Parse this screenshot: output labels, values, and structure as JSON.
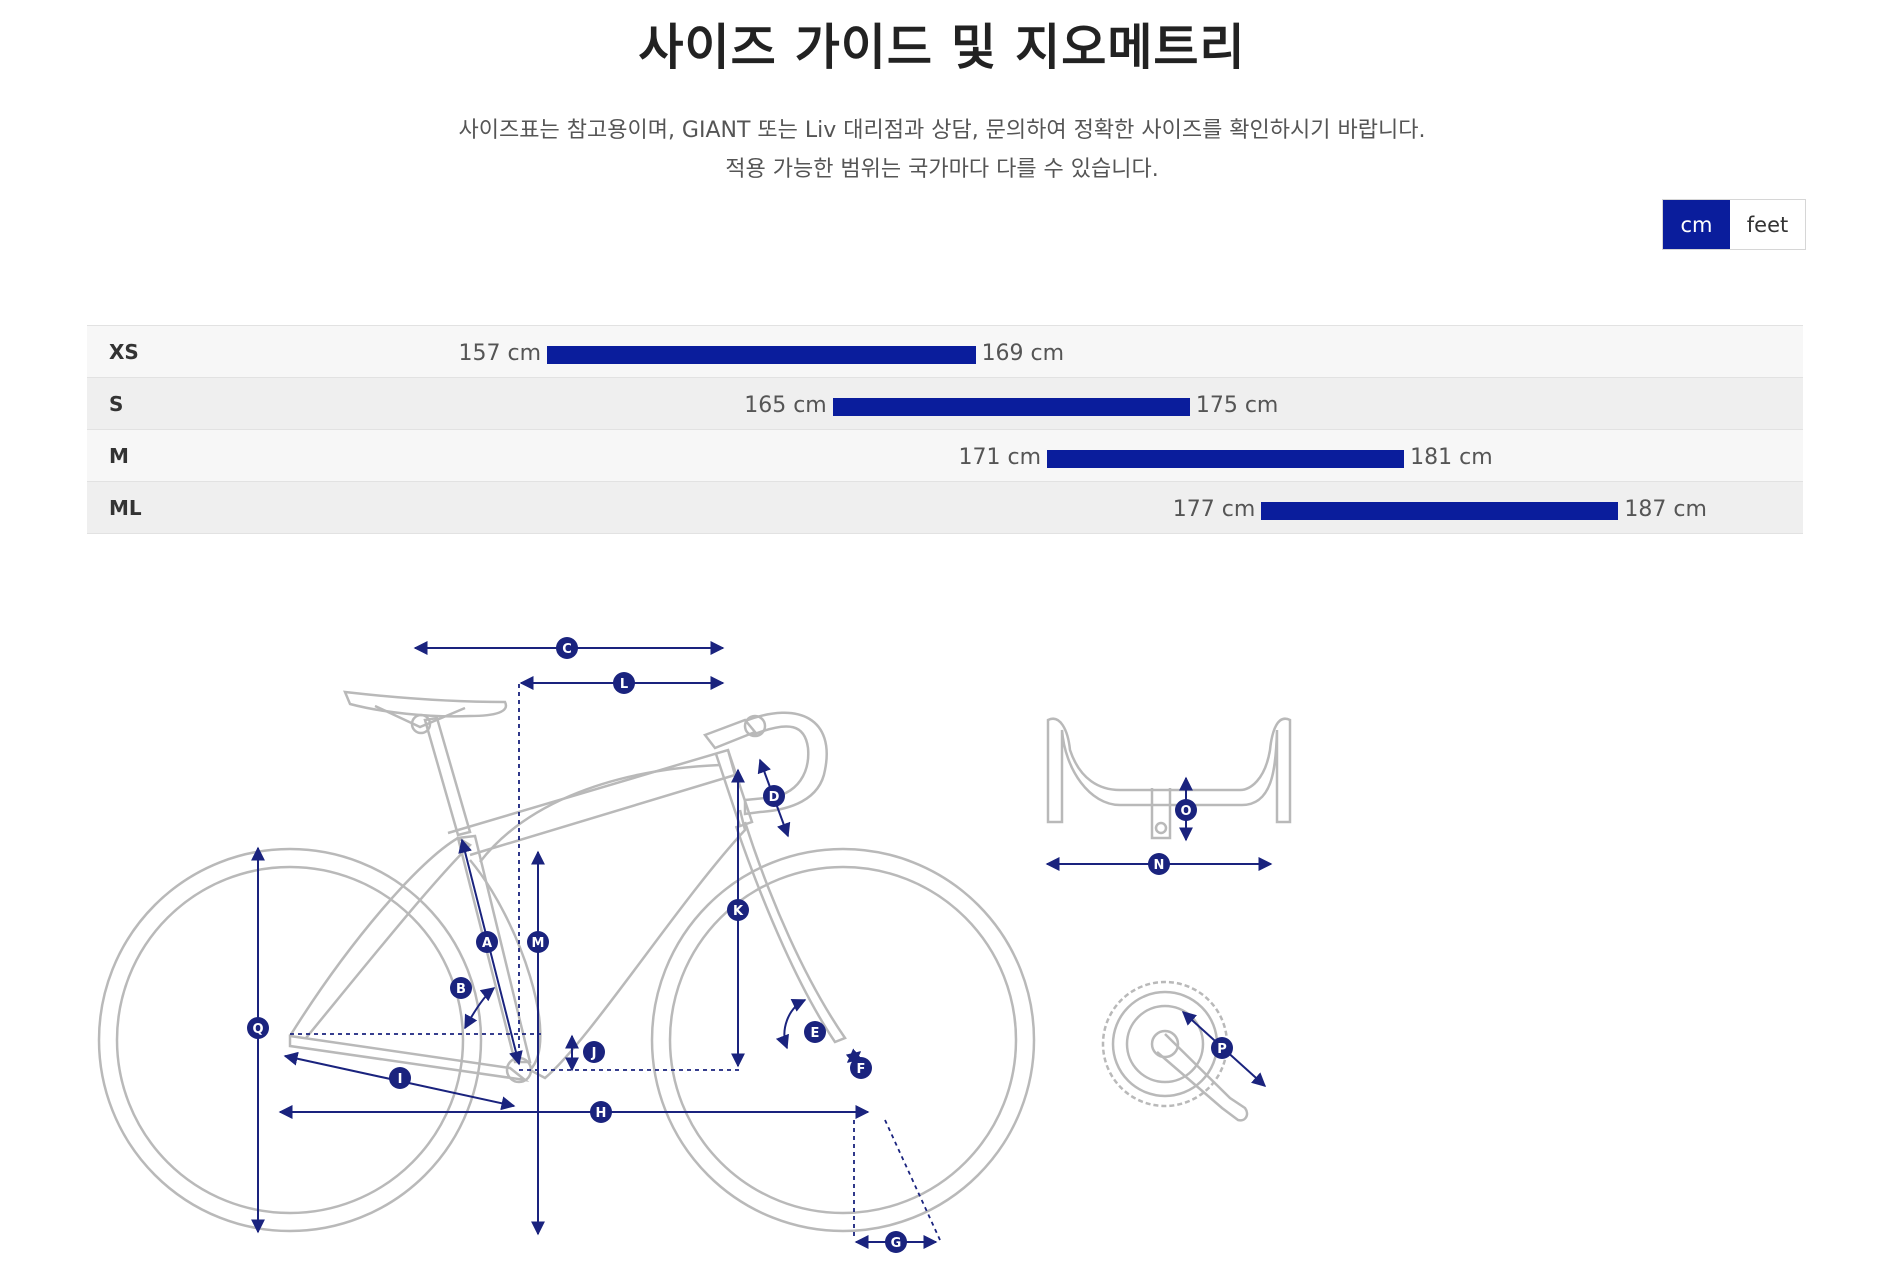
{
  "header": {
    "title": "사이즈 가이드 및 지오메트리",
    "subtitle_line1": "사이즈표는 참고용이며, GIANT 또는 Liv 대리점과 상담, 문의하여 정확한 사이즈를 확인하시기 바랍니다.",
    "subtitle_line2": "적용 가능한 범위는 국가마다 다를 수 있습니다."
  },
  "unit_toggle": {
    "options": [
      {
        "label": "cm",
        "active": true
      },
      {
        "label": "feet",
        "active": false
      }
    ]
  },
  "size_chart": {
    "unit": "cm",
    "scale_min": 150,
    "scale_max": 192,
    "rows": [
      {
        "size": "XS",
        "min": 157,
        "max": 169,
        "min_label": "157 cm",
        "max_label": "169 cm"
      },
      {
        "size": "S",
        "min": 165,
        "max": 175,
        "min_label": "165 cm",
        "max_label": "175 cm"
      },
      {
        "size": "M",
        "min": 171,
        "max": 181,
        "min_label": "171 cm",
        "max_label": "181 cm"
      },
      {
        "size": "ML",
        "min": 177,
        "max": 187,
        "min_label": "177 cm",
        "max_label": "187 cm"
      }
    ],
    "bar_color": "#0a1d9c"
  },
  "geometry_diagram": {
    "markers": [
      "A",
      "B",
      "C",
      "D",
      "E",
      "F",
      "G",
      "H",
      "I",
      "J",
      "K",
      "L",
      "M",
      "N",
      "O",
      "P",
      "Q"
    ],
    "line_color": "#b9b9b9",
    "marker_color": "#1a237e"
  }
}
